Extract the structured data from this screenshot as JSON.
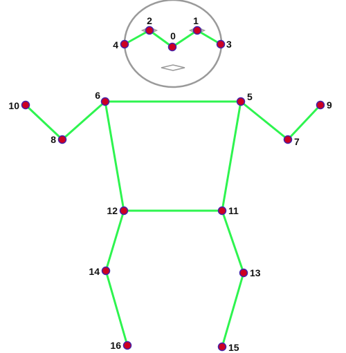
{
  "title": "",
  "colors": {
    "skeleton_line": "#2ef44f",
    "keypoint_fill": "#cc0022",
    "keypoint_stroke": "#4422aa",
    "face_outline": "#9a9a9a",
    "face_features": "#9a9a9a",
    "label_text": "#111111",
    "background": "#ffffff"
  },
  "keypoints": [
    {
      "id": 0,
      "label": "0"
    },
    {
      "id": 1,
      "label": "1"
    },
    {
      "id": 2,
      "label": "2"
    },
    {
      "id": 3,
      "label": "3"
    },
    {
      "id": 4,
      "label": "4"
    },
    {
      "id": 5,
      "label": "5"
    },
    {
      "id": 6,
      "label": "6"
    },
    {
      "id": 7,
      "label": "7"
    },
    {
      "id": 8,
      "label": "8"
    },
    {
      "id": 9,
      "label": "9"
    },
    {
      "id": 10,
      "label": "10"
    },
    {
      "id": 11,
      "label": "11"
    },
    {
      "id": 12,
      "label": "12"
    },
    {
      "id": 13,
      "label": "13"
    },
    {
      "id": 14,
      "label": "14"
    },
    {
      "id": 15,
      "label": "15"
    },
    {
      "id": 16,
      "label": "16"
    }
  ],
  "connections": [
    [
      4,
      2
    ],
    [
      2,
      0
    ],
    [
      0,
      1
    ],
    [
      1,
      3
    ],
    [
      6,
      5
    ],
    [
      6,
      8
    ],
    [
      8,
      10
    ],
    [
      5,
      7
    ],
    [
      7,
      9
    ],
    [
      6,
      12
    ],
    [
      5,
      11
    ],
    [
      12,
      11
    ],
    [
      12,
      14
    ],
    [
      14,
      16
    ],
    [
      11,
      13
    ],
    [
      13,
      15
    ]
  ]
}
